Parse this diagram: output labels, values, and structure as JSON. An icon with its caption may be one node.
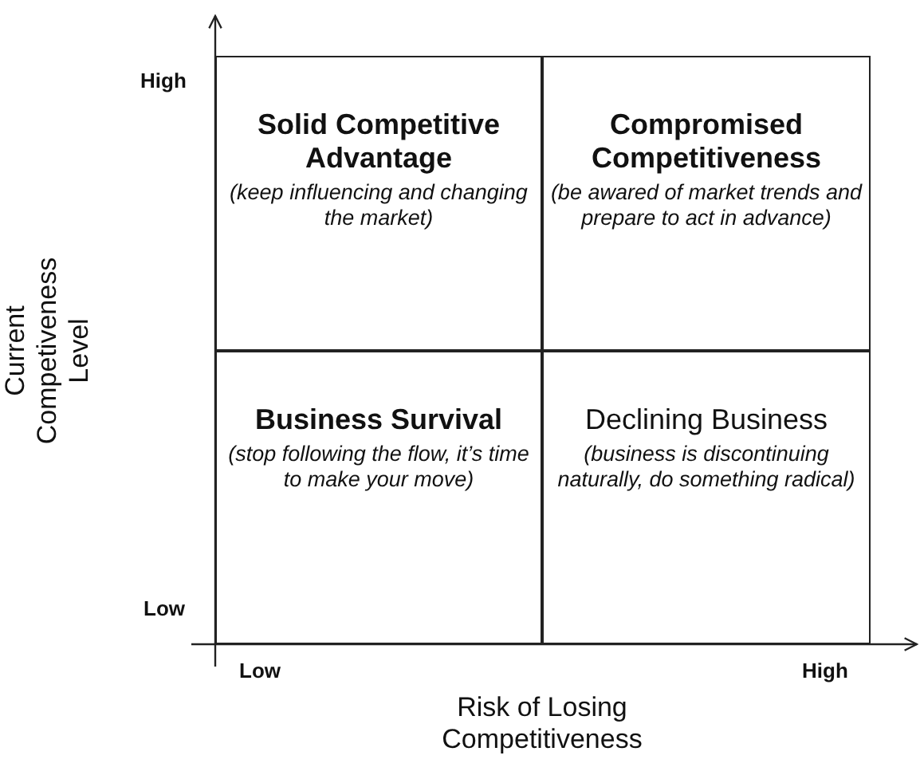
{
  "diagram": {
    "nodes": [
      {
        "text": [
          "Solid Competitive Advantage",
          "(keep influencing and changing the market)"
        ]
      },
      {
        "text": [
          "Compromised Competitiveness",
          "(be awared of market trends and prepare to act in advance)"
        ]
      },
      {
        "text": [
          "Business Survival",
          "(stop following the flow, it’s time to make your move)"
        ]
      },
      {
        "text": [
          "Declining Business",
          "(business is discontinuing naturally, do something radical)"
        ]
      }
    ],
    "labels": [
      "High",
      "Low",
      "Current Competiveness Level",
      "Low",
      "High",
      "Risk of Losing Competitiveness"
    ]
  }
}
